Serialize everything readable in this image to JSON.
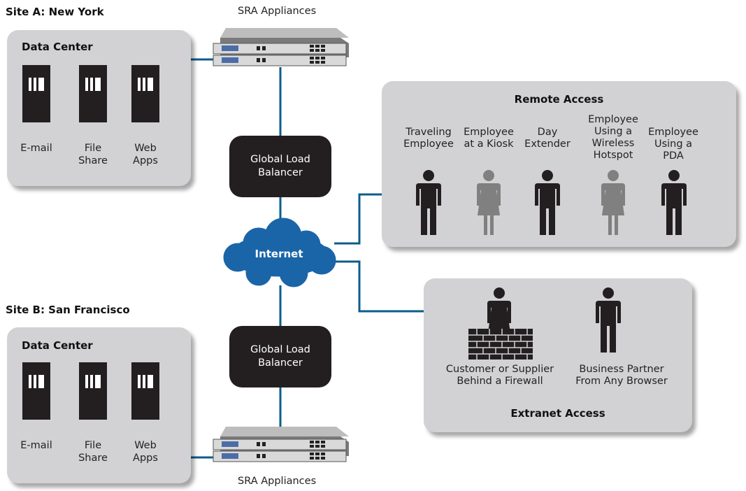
{
  "site_a": {
    "title": "Site A:  New York",
    "appliances_label": "SRA Appliances",
    "data_center_title": "Data Center",
    "servers": [
      "E-mail",
      "File\nShare",
      "Web\nApps"
    ],
    "load_balancer": [
      "Global Load",
      "Balancer"
    ]
  },
  "site_b": {
    "title": "Site B:  San Francisco",
    "appliances_label": "SRA Appliances",
    "data_center_title": "Data Center",
    "servers": [
      "E-mail",
      "File\nShare",
      "Web\nApps"
    ],
    "load_balancer": [
      "Global Load",
      "Balancer"
    ]
  },
  "internet_label": "Internet",
  "remote_access": {
    "title": "Remote Access",
    "users": [
      {
        "label": "Traveling\nEmployee",
        "color": "#231f20"
      },
      {
        "label": "Employee\nat a Kiosk",
        "color": "#808080"
      },
      {
        "label": "Day\nExtender",
        "color": "#231f20"
      },
      {
        "label": "Employee\nUsing a\nWireless\nHotspot",
        "color": "#808080"
      },
      {
        "label": "Employee\nUsing a\nPDA",
        "color": "#231f20"
      }
    ]
  },
  "extranet_access": {
    "title": "Extranet Access",
    "users": [
      {
        "label": "Customer or Supplier\nBehind a Firewall"
      },
      {
        "label": "Business Partner\nFrom Any Browser"
      }
    ]
  },
  "colors": {
    "panel": "#d2d2d4",
    "connector": "#0d5c8c",
    "cloud": "#1a65a8",
    "dark": "#231f20",
    "grey_person": "#808080"
  }
}
